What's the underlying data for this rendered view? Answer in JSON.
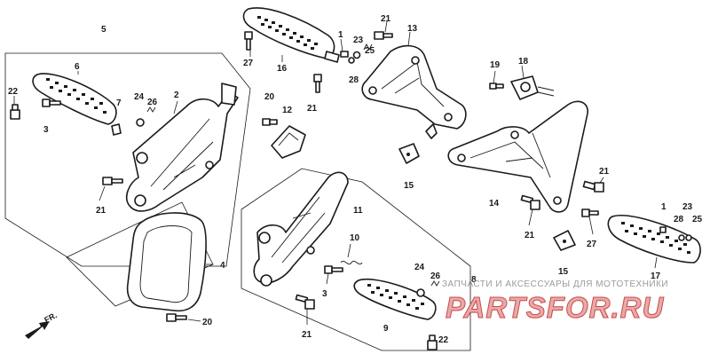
{
  "callouts": {
    "c5": "5",
    "c6": "6",
    "c22a": "22",
    "c3a": "3",
    "c7": "7",
    "c24a": "24",
    "c26a": "26",
    "c2": "2",
    "c21a": "21",
    "c27a": "27",
    "c16": "16",
    "c20a": "20",
    "c12": "12",
    "c21b": "21",
    "c1a": "1",
    "c23a": "23",
    "c25a": "25",
    "c28a": "28",
    "c21c": "21",
    "c13": "13",
    "c19": "19",
    "c18": "18",
    "c15a": "15",
    "c14": "14",
    "c21d": "21",
    "c21e": "21",
    "c11": "11",
    "c10": "10",
    "c4": "4",
    "c20b": "20",
    "c3b": "3",
    "c21f": "21",
    "c9": "9",
    "c24b": "24",
    "c26b": "26",
    "c8": "8",
    "c22b": "22",
    "c15b": "15",
    "c27b": "27",
    "c1b": "1",
    "c23b": "23",
    "c28b": "28",
    "c25b": "25",
    "c17": "17"
  },
  "watermark": {
    "caption": "ЗАПЧАСТИ И АКСЕССУАРЫ ДЛЯ МОТОТЕХНИКИ",
    "logo": "PARTSFOR.RU"
  },
  "direction_marker": "FR."
}
